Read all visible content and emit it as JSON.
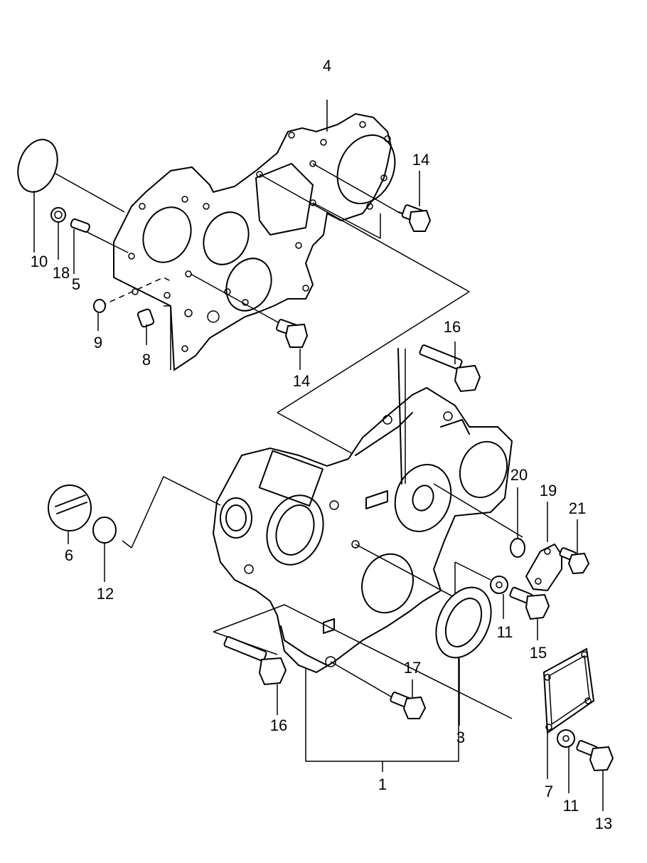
{
  "diagram": {
    "callouts": {
      "c1": "1",
      "c3": "3",
      "c4": "4",
      "c5": "5",
      "c6": "6",
      "c7": "7",
      "c8": "8",
      "c9": "9",
      "c10": "10",
      "c11a": "11",
      "c11b": "11",
      "c12": "12",
      "c13": "13",
      "c14a": "14",
      "c14b": "14",
      "c15": "15",
      "c16a": "16",
      "c16b": "16",
      "c17": "17",
      "c18": "18",
      "c19": "19",
      "c20": "20",
      "c21": "21"
    }
  }
}
